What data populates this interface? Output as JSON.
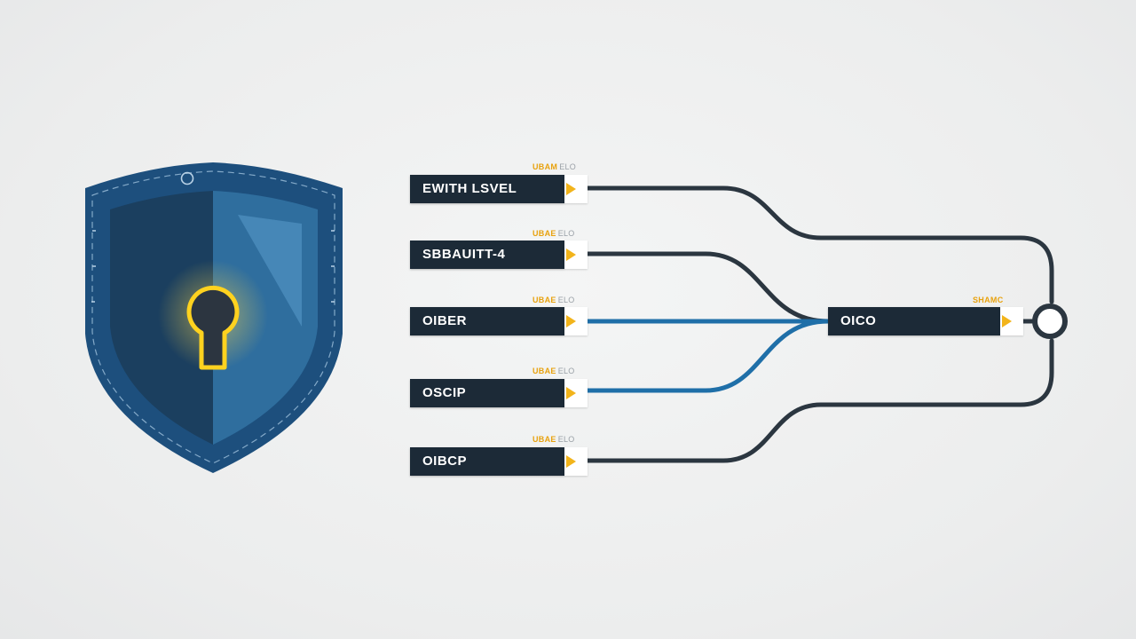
{
  "colors": {
    "background": "#eeeff0",
    "node_fill": "#1c2a37",
    "accent_yellow": "#f2b41b",
    "line_dark": "#2b3640",
    "line_blue": "#1f6fa8",
    "shield_outer": "#1d4f7d",
    "shield_inner_dark": "#1b3f5f",
    "shield_inner_light": "#2f6e9e"
  },
  "shield": {
    "icon": "shield-keyhole-icon"
  },
  "inputs": [
    {
      "label": "EWITH LSVEL",
      "tag": "UBAM",
      "tag_gray": "ELO"
    },
    {
      "label": "SBBAUITT-4",
      "tag": "UBAE",
      "tag_gray": "ELO"
    },
    {
      "label": "OIBER",
      "tag": "UBAE",
      "tag_gray": "ELO"
    },
    {
      "label": "OSCIP",
      "tag": "UBAE",
      "tag_gray": "ELO"
    },
    {
      "label": "OIBCP",
      "tag": "UBAE",
      "tag_gray": "ELO"
    }
  ],
  "output": {
    "label": "OICO",
    "tag": "SHAMC",
    "terminal_icon": "ring-terminal-icon"
  }
}
